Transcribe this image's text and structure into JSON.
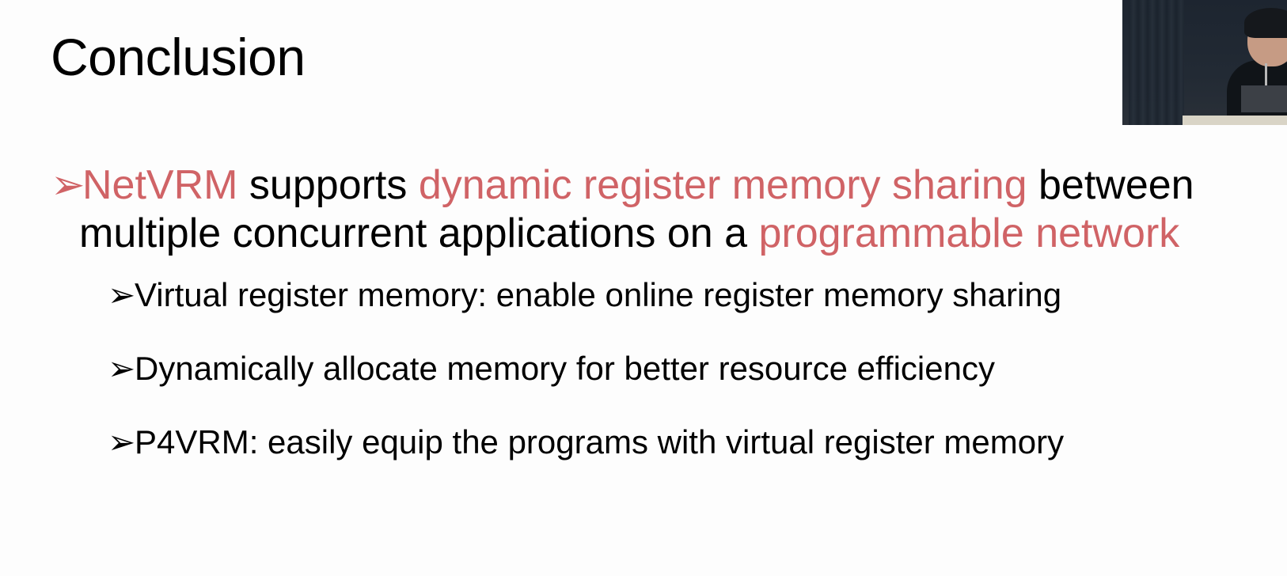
{
  "slide": {
    "title": "Conclusion",
    "main_bullet": {
      "arrow": "➢",
      "part1": "NetVRM",
      "part2": " supports ",
      "part3": "dynamic register memory sharing",
      "part4": " between",
      "line2_part1": "multiple concurrent applications on a ",
      "line2_part2": "programmable network"
    },
    "sub_bullets": [
      {
        "arrow": "➢",
        "text": "Virtual register memory: enable online register memory sharing"
      },
      {
        "arrow": "➢",
        "text": "Dynamically allocate memory for better resource efficiency"
      },
      {
        "arrow": "➢",
        "text": "P4VRM: easily equip the programs with virtual register memory"
      }
    ]
  },
  "colors": {
    "highlight": "#d06366",
    "text": "#000000",
    "background": "#fdfdfd"
  }
}
